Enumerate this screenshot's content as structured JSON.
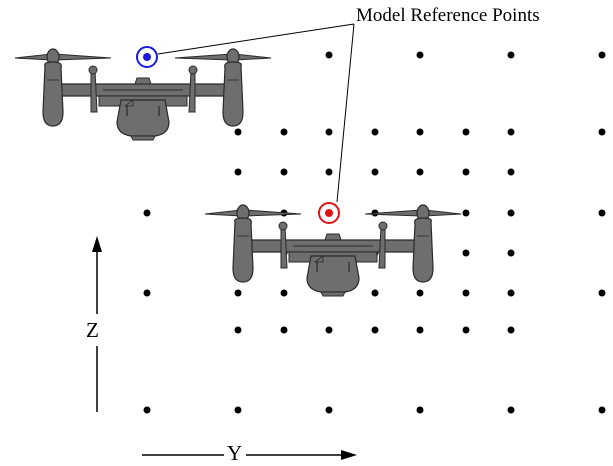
{
  "title": "Model Reference Points",
  "axes": {
    "z_label": "Z",
    "y_label": "Y"
  },
  "markers": [
    {
      "name": "reference-point-blue",
      "color": "#1a1adc"
    },
    {
      "name": "reference-point-red",
      "color": "#e01414"
    }
  ],
  "colors": {
    "aircraft_body": "#6e6e6e",
    "aircraft_outline": "#2a2a2a",
    "grid_dot": "#000000"
  }
}
